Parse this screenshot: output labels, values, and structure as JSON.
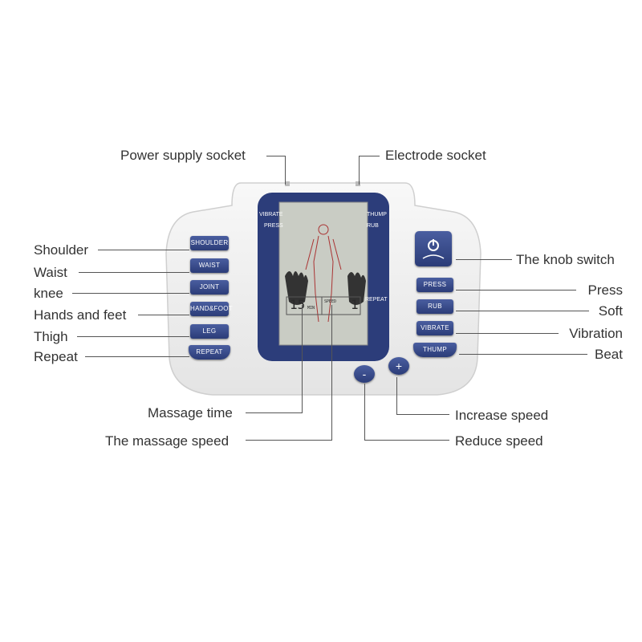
{
  "labels": {
    "power_supply_socket": "Power supply socket",
    "electrode_socket": "Electrode socket",
    "shoulder": "Shoulder",
    "waist": "Waist",
    "knee": "knee",
    "hands_and_feet": "Hands and feet",
    "thigh": "Thigh",
    "repeat": "Repeat",
    "knob_switch": "The knob switch",
    "press": "Press",
    "soft": "Soft",
    "vibration": "Vibration",
    "beat": "Beat",
    "massage_time": "Massage time",
    "massage_speed": "The massage speed",
    "increase_speed": "Increase speed",
    "reduce_speed": "Reduce speed"
  },
  "device": {
    "left_buttons": [
      "SHOULDER",
      "WAIST",
      "JOINT",
      "HAND&FOOT",
      "LEG",
      "REPEAT"
    ],
    "right_buttons": [
      "PRESS",
      "RUB",
      "VIBRATE",
      "THUMP"
    ],
    "minus_label": "-",
    "plus_label": "+",
    "lcd": {
      "vibrate": "VIBRATE",
      "press": "PRESS",
      "thump": "THUMP",
      "rub": "RUB",
      "repeat": "REPEAT",
      "time_value": "15",
      "time_unit": "MIN",
      "speed_label": "SPEED",
      "speed_value": "1"
    }
  },
  "colors": {
    "button_blue": "#2f4185",
    "panel_blue": "#2c3d7a",
    "lcd_bg": "#c9ccc4"
  }
}
